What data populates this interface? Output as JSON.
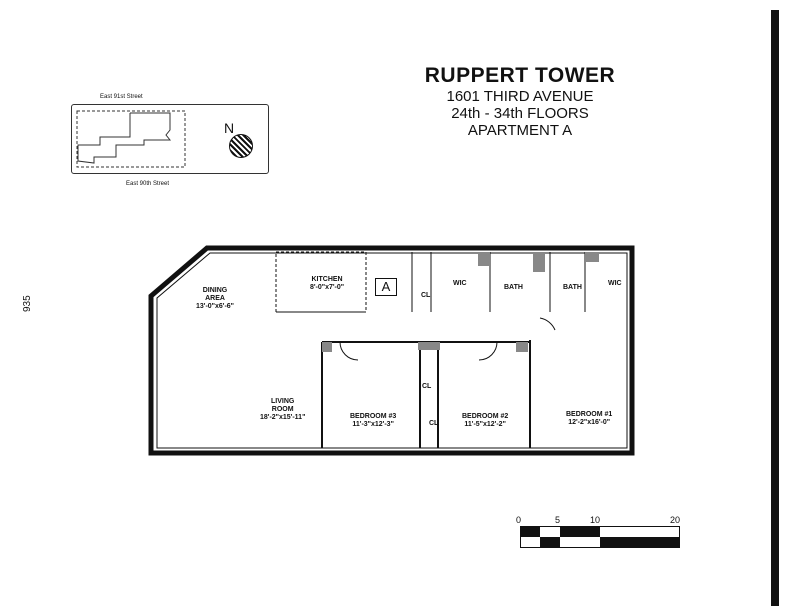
{
  "title": {
    "building": "RUPPERT TOWER",
    "address": "1601 THIRD AVENUE",
    "floors": "24th - 34th FLOORS",
    "unit": "APARTMENT A"
  },
  "side_number": "935",
  "site_map": {
    "north_street": "East 91st Street",
    "south_street": "East 90th Street",
    "north_label": "N"
  },
  "unit_marker": "A",
  "rooms": [
    {
      "name": "DINING AREA",
      "line1": "DINING",
      "line2": "AREA",
      "size": "13'-0\"x6'-6\""
    },
    {
      "name": "KITCHEN",
      "line1": "KITCHEN",
      "size": "8'-0\"x7'-0\""
    },
    {
      "name": "LIVING ROOM",
      "line1": "LIVING",
      "line2": "ROOM",
      "size": "18'-2\"x15'-11\""
    },
    {
      "name": "BEDROOM #3",
      "line1": "BEDROOM #3",
      "size": "11'-3\"x12'-3\""
    },
    {
      "name": "BEDROOM #2",
      "line1": "BEDROOM #2",
      "size": "11'-5\"x12'-2\""
    },
    {
      "name": "BEDROOM #1",
      "line1": "BEDROOM #1",
      "size": "12'-2\"x16'-0\""
    }
  ],
  "closets": [
    "CL",
    "CL",
    "CL"
  ],
  "wics": [
    "WIC",
    "WIC"
  ],
  "baths": [
    "BATH",
    "BATH"
  ],
  "scale": {
    "ticks": [
      "0",
      "5",
      "10",
      "20"
    ]
  }
}
